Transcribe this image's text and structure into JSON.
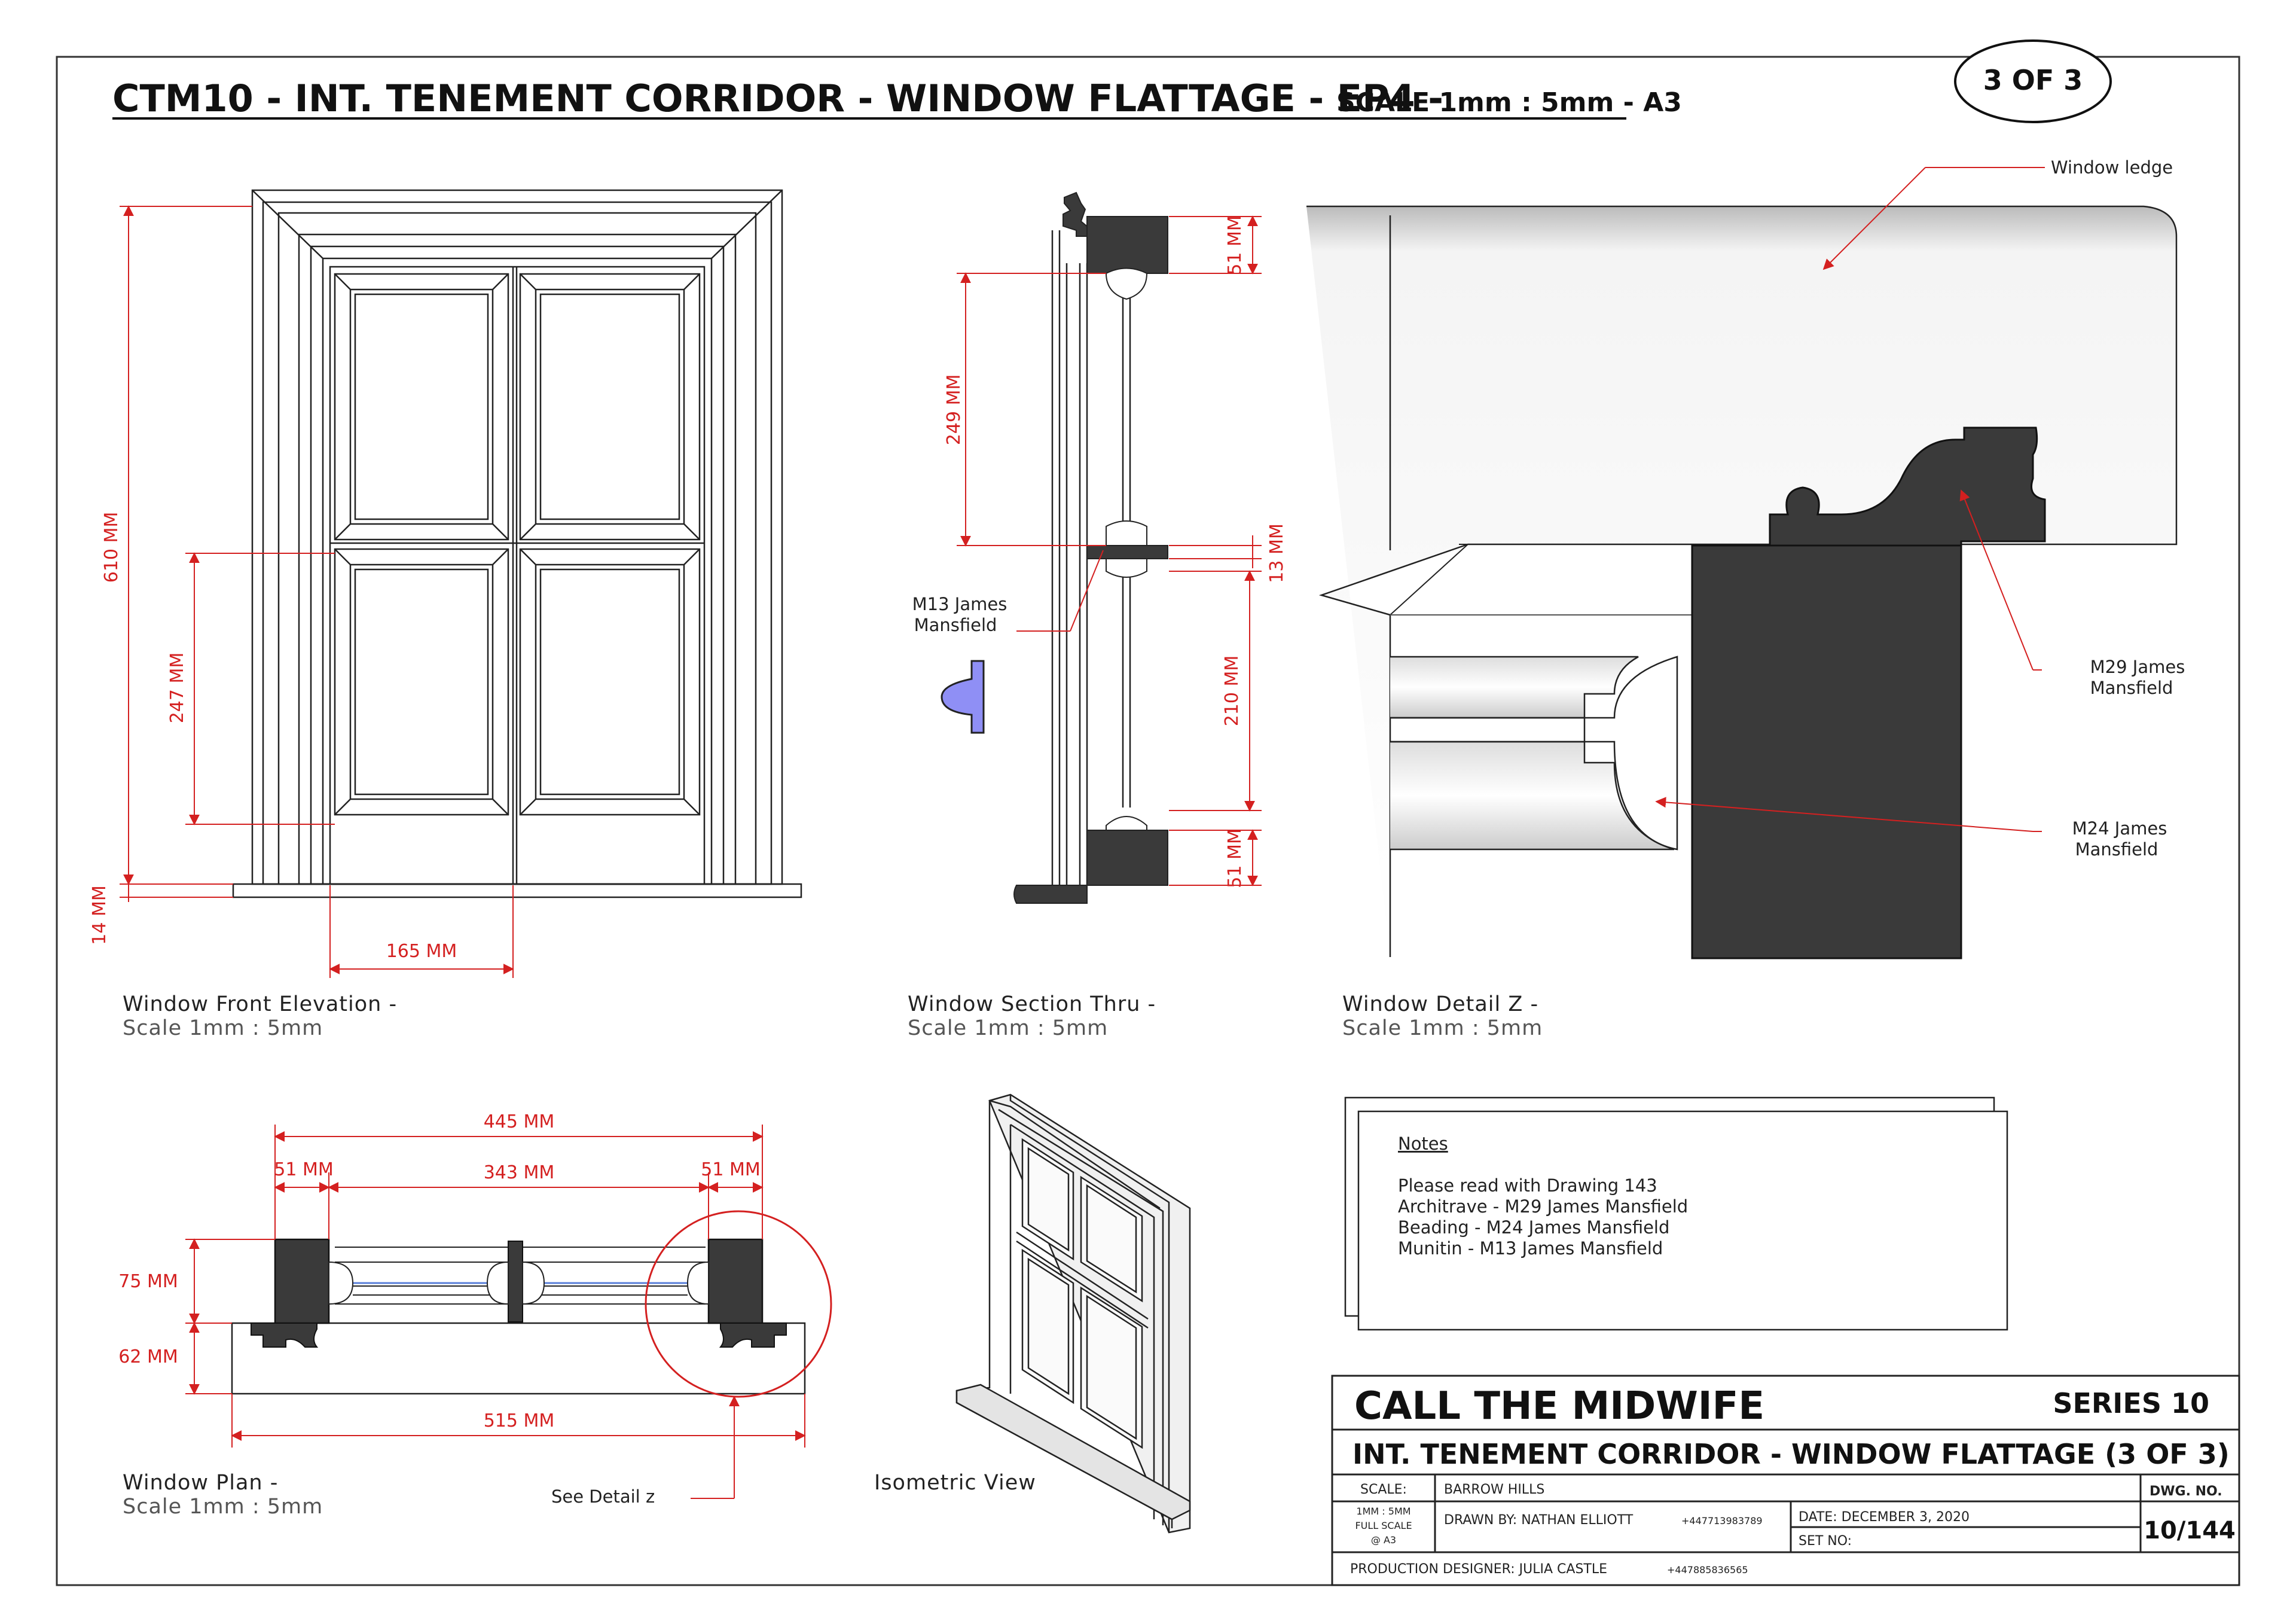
{
  "header": {
    "title": "CTM10 - INT. TENEMENT CORRIDOR - WINDOW FLATTAGE - EP4 -",
    "scale": "SCALE 1mm : 5mm - A3",
    "sheet_badge": "3 OF 3"
  },
  "front_elevation": {
    "caption": "Window Front Elevation -",
    "scale": "Scale 1mm : 5mm",
    "dims": {
      "height": "610 MM",
      "lower_panel": "247 MM",
      "sill": "14 MM",
      "width": "165 MM"
    }
  },
  "section": {
    "caption": "Window Section Thru -",
    "scale": "Scale 1mm : 5mm",
    "dims": {
      "top": "51 MM",
      "upper": "249 MM",
      "mid": "13 MM",
      "lower": "210 MM",
      "bottom": "51 MM"
    },
    "muntin_label_1": "M13 James",
    "muntin_label_2": "Mansfield"
  },
  "detail_z": {
    "caption": "Window Detail Z -",
    "scale": "Scale 1mm : 5mm",
    "ledge_label": "Window ledge",
    "architrave_1": "M29 James",
    "architrave_2": "Mansfield",
    "beading_1": "M24 James",
    "beading_2": "Mansfield"
  },
  "plan": {
    "caption": "Window Plan -",
    "scale": "Scale 1mm : 5mm",
    "dims": {
      "overall": "445 MM",
      "left": "51 MM",
      "center": "343 MM",
      "right": "51 MM",
      "depth1": "75 MM",
      "depth2": "62 MM",
      "sill": "515 MM"
    },
    "see_detail": "See Detail z"
  },
  "isometric": {
    "caption": "Isometric View"
  },
  "notes": {
    "heading": "Notes",
    "lines": [
      "Please read with Drawing 143",
      "Architrave - M29 James Mansfield",
      "Beading - M24 James Mansfield",
      "Munitin - M13 James Mansfield"
    ]
  },
  "title_block": {
    "show": "CALL THE MIDWIFE",
    "series": "SERIES 10",
    "drawing_title": "INT. TENEMENT CORRIDOR - WINDOW FLATTAGE (3 OF 3)",
    "scale_label": "SCALE:",
    "scale_1": "1MM : 5MM",
    "scale_2": "FULL SCALE",
    "scale_3": "@ A3",
    "location": "BARROW HILLS",
    "drawn_by": "DRAWN BY:  NATHAN ELLIOTT",
    "drawn_phone": "+447713983789",
    "date": "DATE: DECEMBER 3, 2020",
    "set_no": "SET NO:",
    "dwg_label": "DWG. NO.",
    "dwg_no": "10/144",
    "designer": "PRODUCTION DESIGNER: JULIA CASTLE",
    "designer_phone": "+447885836565"
  },
  "colors": {
    "dimension": "#d42020",
    "profile_fill": "#3a3a3a",
    "muntin_profile": "#8f8ff5"
  }
}
